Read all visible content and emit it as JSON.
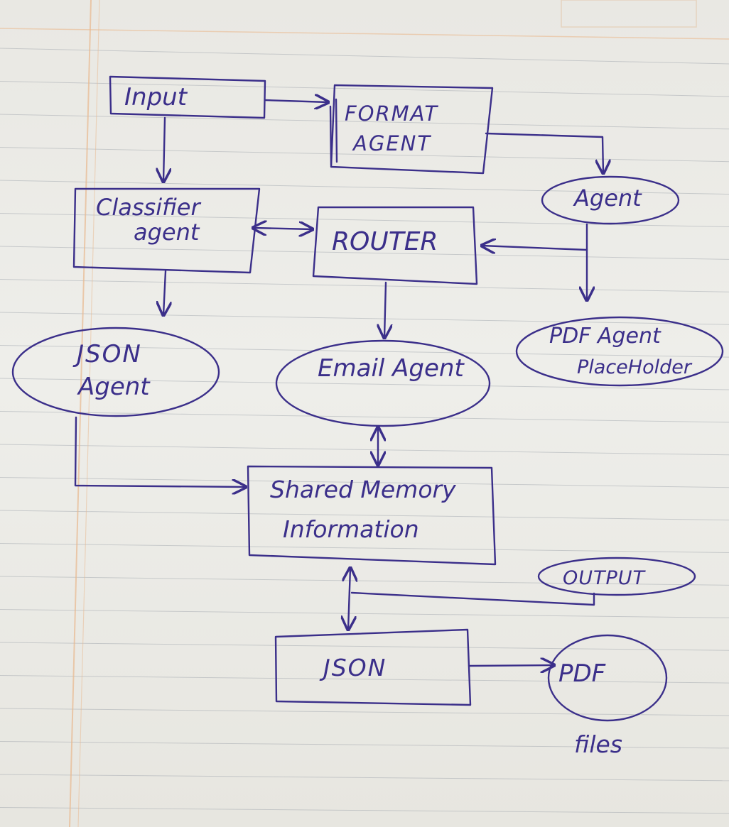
{
  "diagram": {
    "nodes": {
      "input": {
        "label": "Input",
        "shape": "box"
      },
      "format_agent": {
        "line1": "FORMAT",
        "line2": "AGENT",
        "shape": "box"
      },
      "agent": {
        "label": "Agent",
        "shape": "ellipse"
      },
      "classifier_agent": {
        "line1": "Classifier",
        "line2": "agent",
        "shape": "box"
      },
      "router": {
        "label": "ROUTER",
        "shape": "box"
      },
      "json_agent": {
        "line1": "JSON",
        "line2": "Agent",
        "shape": "ellipse"
      },
      "email_agent": {
        "label": "Email Agent",
        "shape": "ellipse"
      },
      "pdf_agent": {
        "line1": "PDF Agent",
        "line2": "PlaceHolder",
        "shape": "ellipse"
      },
      "shared_memory": {
        "line1": "Shared Memory",
        "line2": "Information",
        "shape": "box"
      },
      "output": {
        "label": "OUTPUT",
        "shape": "ellipse"
      },
      "json": {
        "label": "JSON",
        "shape": "box"
      },
      "pdf": {
        "label": "PDF",
        "shape": "ellipse"
      },
      "files": {
        "label": "files",
        "shape": "text"
      }
    },
    "edges": [
      {
        "from": "input",
        "to": "format_agent",
        "direction": "forward"
      },
      {
        "from": "format_agent",
        "to": "agent",
        "direction": "forward"
      },
      {
        "from": "input",
        "to": "classifier_agent",
        "direction": "forward"
      },
      {
        "from": "classifier_agent",
        "to": "router",
        "direction": "both"
      },
      {
        "from": "agent",
        "to": "router",
        "direction": "forward"
      },
      {
        "from": "agent",
        "to": "pdf_agent",
        "direction": "forward"
      },
      {
        "from": "classifier_agent",
        "to": "json_agent",
        "direction": "forward"
      },
      {
        "from": "router",
        "to": "email_agent",
        "direction": "forward"
      },
      {
        "from": "email_agent",
        "to": "shared_memory",
        "direction": "both"
      },
      {
        "from": "json_agent",
        "to": "shared_memory",
        "direction": "forward"
      },
      {
        "from": "shared_memory",
        "to": "json",
        "direction": "both"
      },
      {
        "from": "output",
        "to": "shared_memory",
        "direction": "forward"
      },
      {
        "from": "json",
        "to": "pdf",
        "direction": "forward"
      }
    ]
  },
  "style": {
    "ink_color": "#3b2f8a",
    "rule_color": "#9aa0a8",
    "margin_color": "#e9b98f"
  }
}
